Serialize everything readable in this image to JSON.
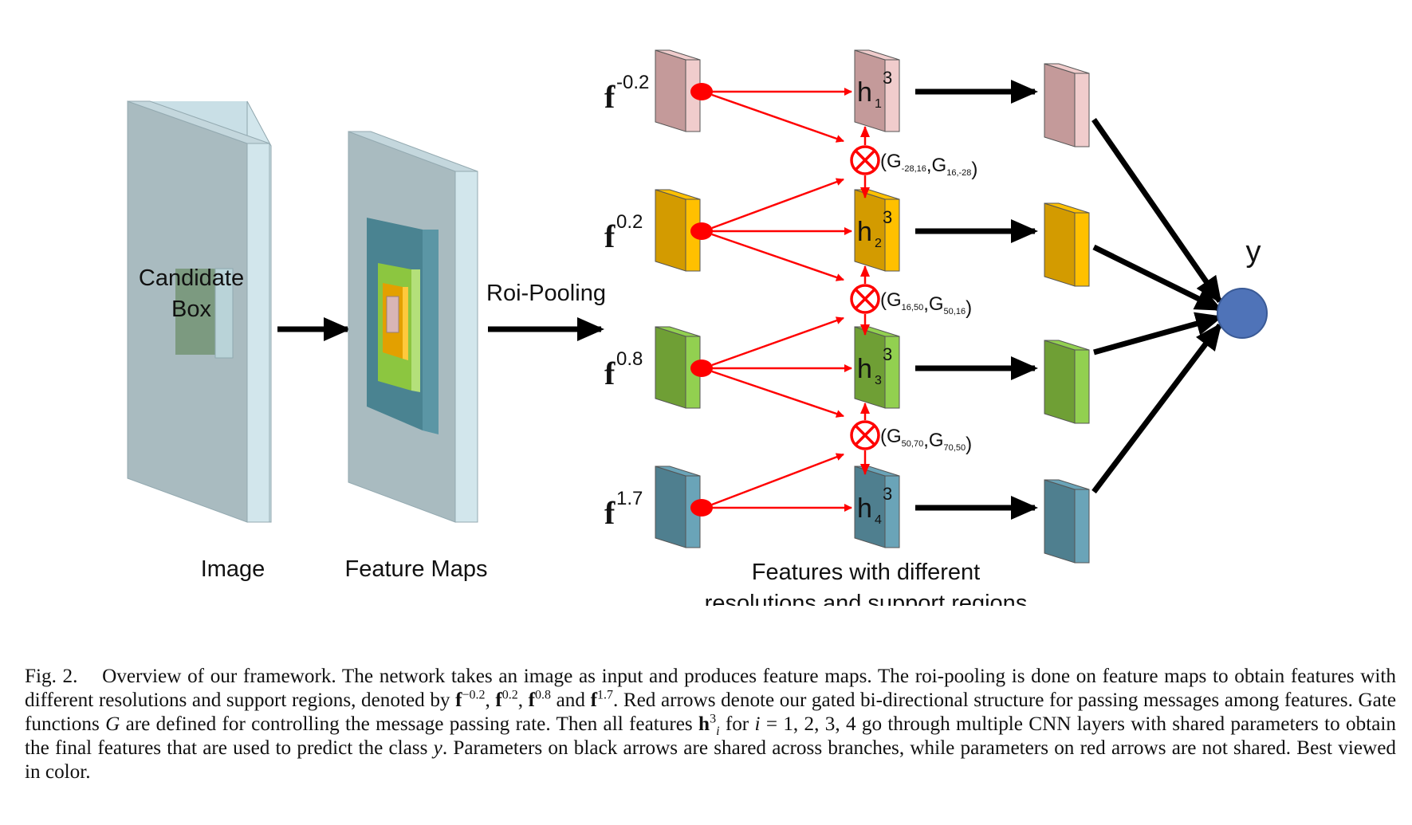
{
  "labels": {
    "candidate_line1": "Candidate",
    "candidate_line2": "Box",
    "image": "Image",
    "feature_maps": "Feature Maps",
    "roi_pooling": "Roi-Pooling",
    "features_line1": "Features with different",
    "features_line2": "resolutions and support regions",
    "output_y": "y"
  },
  "features": [
    {
      "base": "f",
      "exp": "-0.2",
      "h_base": "h",
      "h_sub": "1",
      "h_sup": "3",
      "color": "#c49a9a",
      "light": "#f0cccc"
    },
    {
      "base": "f",
      "exp": "0.2",
      "h_base": "h",
      "h_sub": "2",
      "h_sup": "3",
      "color": "#d39b00",
      "light": "#ffc000"
    },
    {
      "base": "f",
      "exp": "0.8",
      "h_base": "h",
      "h_sub": "3",
      "h_sup": "3",
      "color": "#6f9f35",
      "light": "#92d050"
    },
    {
      "base": "f",
      "exp": "1.7",
      "h_base": "h",
      "h_sub": "4",
      "h_sup": "3",
      "color": "#4f7f8f",
      "light": "#6aa4b8"
    }
  ],
  "gates": [
    {
      "open": "(G",
      "a": "-28,16",
      "sep": ",G",
      "b": "16,-28",
      "close": ")"
    },
    {
      "open": "(G",
      "a": "16,50",
      "sep": ",G",
      "b": "50,16",
      "close": ")"
    },
    {
      "open": "(G",
      "a": "50,70",
      "sep": ",G",
      "b": "70,50",
      "close": ")"
    }
  ],
  "colors": {
    "red_arrow": "#ff0000",
    "black_arrow": "#000000",
    "output_node": "#4f73b8",
    "slab": "#a9bbc0",
    "slab_side": "#d2e6ec",
    "fmap_teal": "#4a8391",
    "fmap_green": "#8cc640",
    "fmap_orange": "#e3a000",
    "fmap_pink": "#d8b5b5",
    "candidate_box": "#7c9a80"
  },
  "caption": {
    "fig": "Fig. 2.",
    "t1": "Overview of our framework. The network takes an image as input and produces feature maps. The roi-pooling is done on feature maps to obtain features with different resolutions and support regions, denoted by ",
    "f1": "f",
    "f1e": "−0.2",
    "comma1": ", ",
    "f2": "f",
    "f2e": "0.2",
    "comma2": ", ",
    "f3": "f",
    "f3e": "0.8",
    "and": " and ",
    "f4": "f",
    "f4e": "1.7",
    "t2": ". Red arrows denote our gated bi-directional structure for passing messages among features. Gate functions ",
    "G": "G",
    "t3": " are defined for controlling the message passing rate. Then all features ",
    "h": "h",
    "h_sup": "3",
    "h_sub": "i",
    "t4": " for ",
    "i_eq": "i",
    "t5": " = 1, 2, 3, 4 go through multiple CNN layers with shared parameters to obtain the final features that are used to predict the class ",
    "y": "y",
    "t6": ". Parameters on black arrows are shared across branches, while parameters on red arrows are not shared. Best viewed in color."
  }
}
